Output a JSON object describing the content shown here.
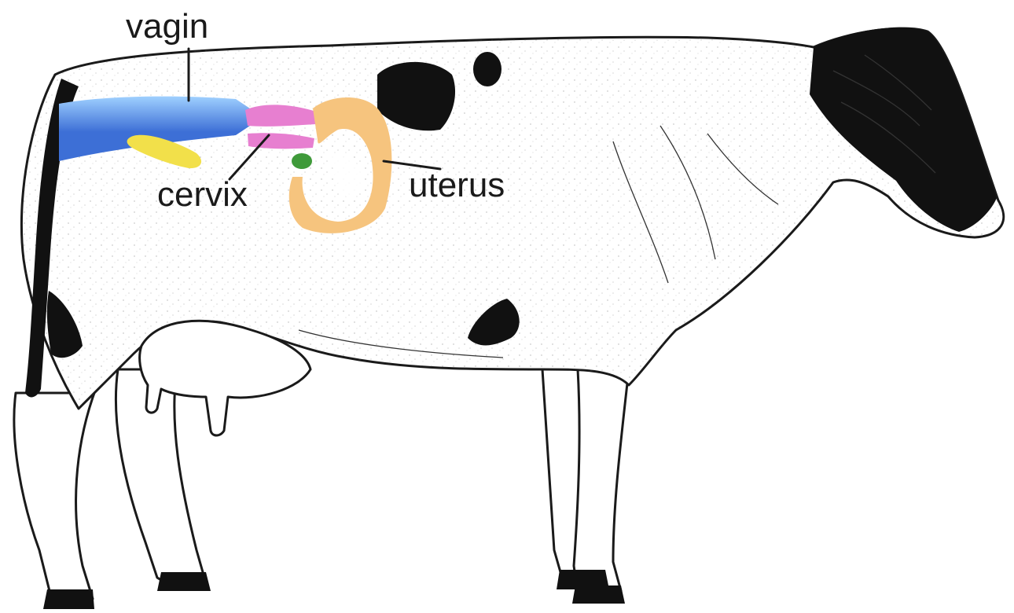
{
  "labels": {
    "vagina": "vagin",
    "cervix": "cervix",
    "uterus": "uterus"
  },
  "colors": {
    "vagina": "#3d6fd6",
    "vagina_highlight": "#9fd0ff",
    "cervix": "#e77fd0",
    "uterus": "#f6c47e",
    "ovary_left": "#f2e04a",
    "ovary_right": "#3f9a3a",
    "coat_patch": "#111111"
  }
}
